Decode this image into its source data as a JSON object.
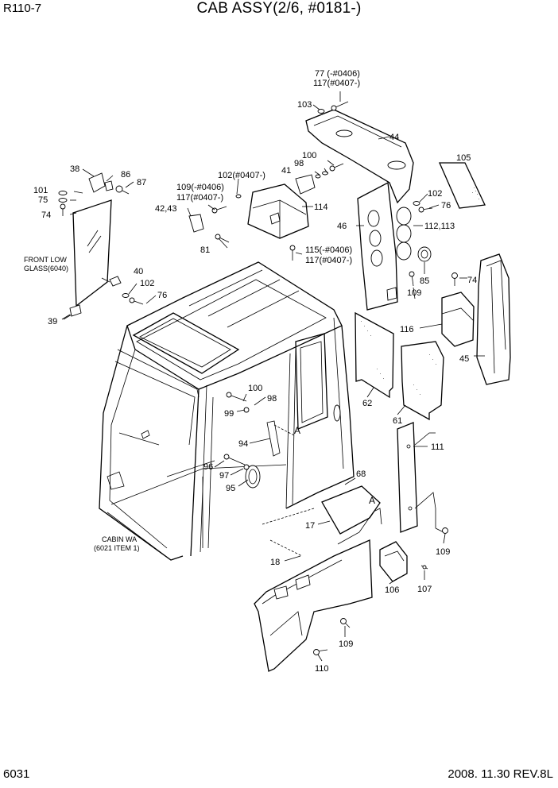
{
  "header": {
    "model": "R110-7",
    "title": "CAB ASSY(2/6, #0181-)"
  },
  "footer": {
    "page_number": "6031",
    "date_rev": "2008. 11.30  REV.8L"
  },
  "callouts": {
    "c77": "77  (-#0406)",
    "c117a": "117(#0407-)",
    "c103": "103",
    "c44": "44",
    "c100a": "100",
    "c98a": "98",
    "c41": "41",
    "c105": "105",
    "c38": "38",
    "c86": "86",
    "c87": "87",
    "c101": "101",
    "c75": "75",
    "c74a": "74",
    "c102a": "102(#0407-)",
    "c109a": "109(-#0406)",
    "c117b": "117(#0407-)",
    "c4243": "42,43",
    "c114": "114",
    "c102b": "102",
    "c76a": "76",
    "c46": "46",
    "c112113": "112,113",
    "c81": "81",
    "c115": "115(-#0406)",
    "c117c": "117(#0407-)",
    "front_low_1": "FRONT LOW",
    "front_low_2": "GLASS(6040)",
    "c40": "40",
    "c102c": "102",
    "c76b": "76",
    "c85": "85",
    "c74b": "74",
    "c109b": "109",
    "c39": "39",
    "c116": "116",
    "c45": "45",
    "c100b": "100",
    "c98b": "98",
    "c99": "99",
    "c62": "62",
    "c61": "61",
    "cA1": "A",
    "c94": "94",
    "c111": "111",
    "c96": "96",
    "c97": "97",
    "c95": "95",
    "c68": "68",
    "cA2": "A",
    "c17": "17",
    "c109c": "109",
    "cabin_1": "CABIN WA",
    "cabin_2": "(6021 ITEM 1)",
    "c18": "18",
    "c106": "106",
    "c107": "107",
    "c109d": "109",
    "c110": "110"
  }
}
